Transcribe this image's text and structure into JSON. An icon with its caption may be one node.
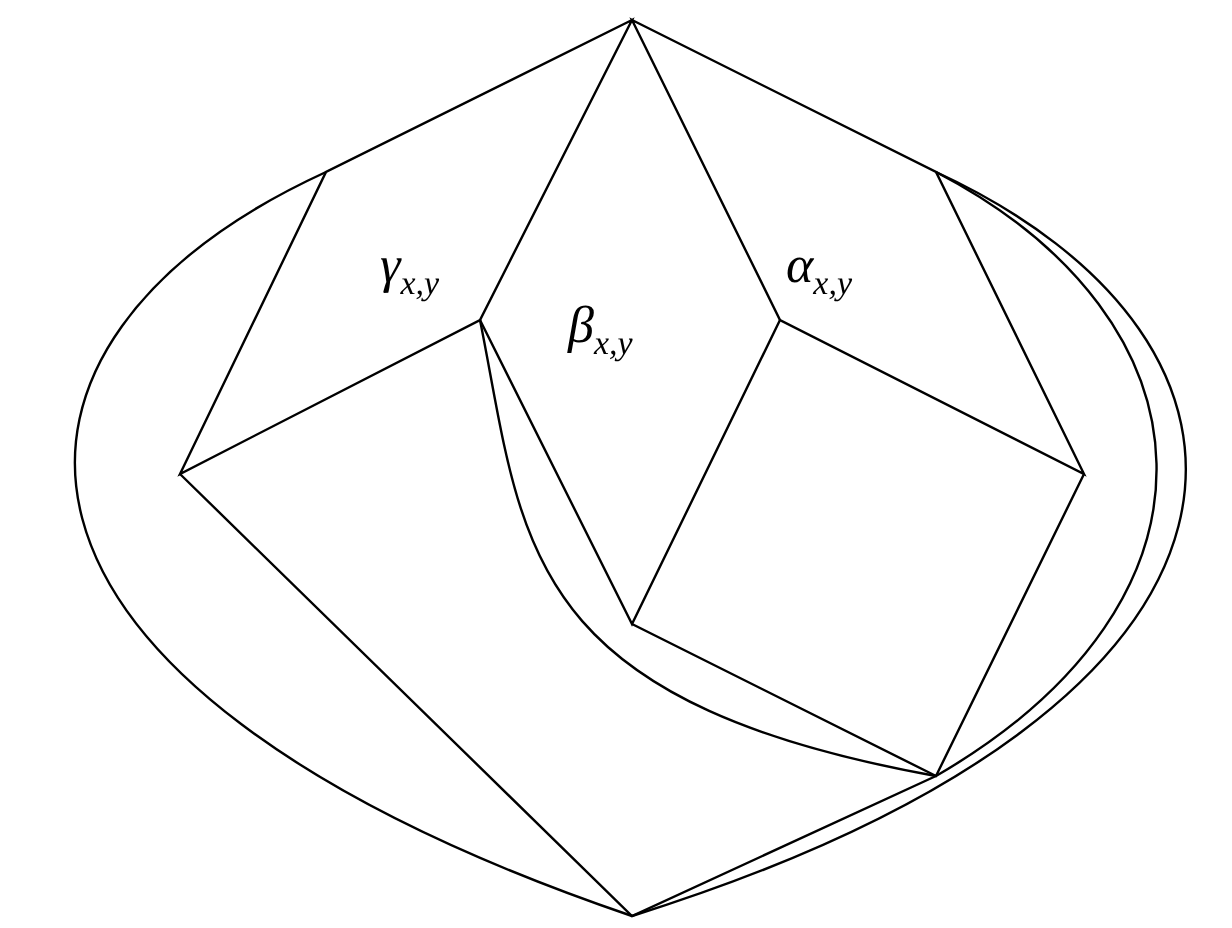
{
  "diagram": {
    "labels": [
      "γ$_{x,y}$",
      "α$_{x,y}$",
      "β$_{x,y}$"
    ]
  }
}
